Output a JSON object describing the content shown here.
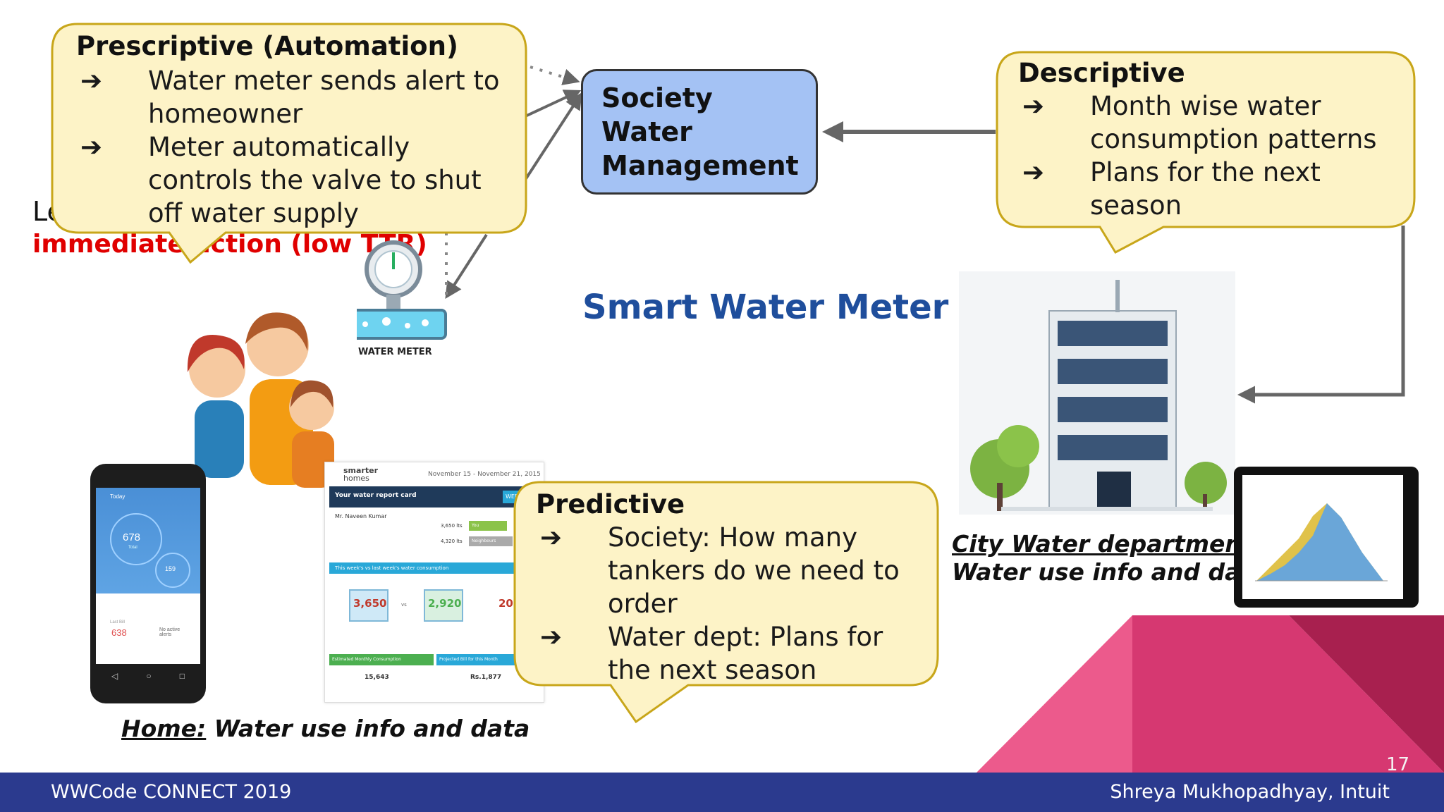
{
  "slide": {
    "center_title": "Smart Water Meter",
    "page_number": "17",
    "colors": {
      "footer_bg": "#2b3a8e",
      "callout_fill": "#fdf3c7",
      "callout_border": "#c8a61a",
      "society_fill": "#a4c2f4",
      "title_blue": "#1f4e9c",
      "red_text": "#e00000"
    }
  },
  "prescriptive": {
    "title": "Prescriptive (Automation)",
    "items": [
      {
        "arrow": "➔",
        "text": "Water meter sends alert to homeowner"
      },
      {
        "arrow": "➔",
        "text": "Meter automatically controls the valve to shut off water supply"
      }
    ]
  },
  "leads_fragment": {
    "prefix": "Le",
    "red": "immediate action (low TTR)"
  },
  "society": {
    "label": "Society Water Management"
  },
  "descriptive": {
    "title": "Descriptive",
    "items": [
      {
        "arrow": "➔",
        "text": "Month wise water consumption patterns"
      },
      {
        "arrow": "➔",
        "text": "Plans for the next season"
      }
    ]
  },
  "predictive": {
    "title": "Predictive",
    "items": [
      {
        "arrow": "➔",
        "text": "Society: How many tankers do we need to order"
      },
      {
        "arrow": "➔",
        "text": "Water dept: Plans for the next season"
      }
    ]
  },
  "water_meter": {
    "label": "WATER METER"
  },
  "phone": {
    "today": "Today",
    "big_value": "678",
    "big_unit": "Total",
    "small_value": "159",
    "last_label": "Last Bill",
    "last_value": "638",
    "alerts_label": "No active alerts"
  },
  "report": {
    "brand_top": "smarter",
    "brand_bottom": "homes",
    "date_range": "November 15 - November 21, 2015",
    "header": "Your water report card",
    "header_tab": "WEE",
    "customer": "Mr. Naveen Kumar",
    "stat1": "3,650 lts",
    "stat1_tag": "You",
    "stat2": "4,320 lts",
    "stat2_tag": "Neighbours",
    "compare_title": "This week's vs last week's water consumption",
    "this_week": "3,650",
    "vs": "vs",
    "last_week": "2,920",
    "extra": "20",
    "est_label": "Estimated Monthly Consumption",
    "bill_label": "Projected Bill for this Month",
    "est_value": "15,643",
    "bill_value": "Rs.1,877"
  },
  "city": {
    "line1": "City Water department:",
    "line2": "Water use info and data"
  },
  "home": {
    "label_underline": "Home:",
    "label_rest": " Water use info and data"
  },
  "footer": {
    "left": "WWCode CONNECT 2019",
    "right": "Shreya Mukhopadhyay, Intuit"
  }
}
